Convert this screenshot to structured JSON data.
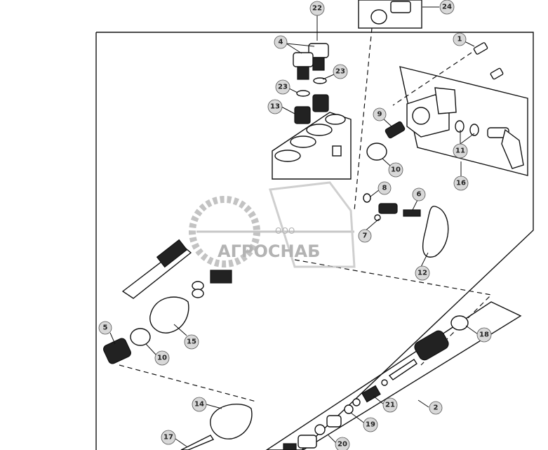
{
  "callouts": [
    {
      "label": "22"
    },
    {
      "label": "24"
    },
    {
      "label": "1"
    },
    {
      "label": "4"
    },
    {
      "label": "23"
    },
    {
      "label": "23"
    },
    {
      "label": "13"
    },
    {
      "label": "9"
    },
    {
      "label": "10"
    },
    {
      "label": "11"
    },
    {
      "label": "16"
    },
    {
      "label": "8"
    },
    {
      "label": "6"
    },
    {
      "label": "7"
    },
    {
      "label": "12"
    },
    {
      "label": "15"
    },
    {
      "label": "5"
    },
    {
      "label": "10"
    },
    {
      "label": "18"
    },
    {
      "label": "21"
    },
    {
      "label": "2"
    },
    {
      "label": "14"
    },
    {
      "label": "19"
    },
    {
      "label": "17"
    },
    {
      "label": "20"
    }
  ],
  "watermark": {
    "company_prefix": "ООО",
    "company_name": "АГРОСНАБ"
  }
}
